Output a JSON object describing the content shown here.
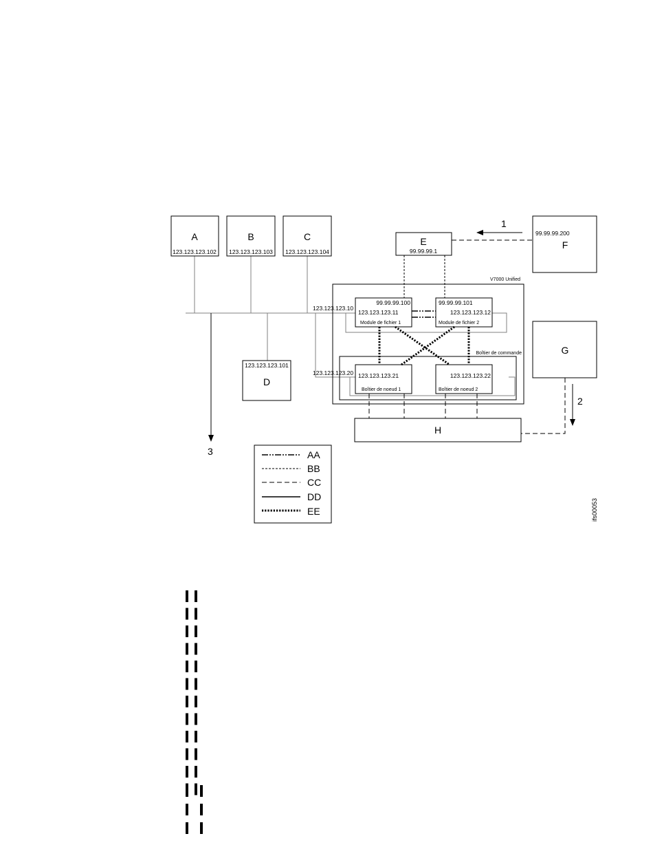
{
  "nodes": {
    "a": {
      "label": "A",
      "ip": "123.123.123.102"
    },
    "b": {
      "label": "B",
      "ip": "123.123.123.103"
    },
    "c": {
      "label": "C",
      "ip": "123.123.123.104"
    },
    "d": {
      "label": "D",
      "ip": "123.123.123.101"
    },
    "e": {
      "label": "E",
      "ip": "99.99.99.1"
    },
    "f": {
      "label": "F",
      "ip": "99.99.99.200"
    },
    "g": {
      "label": "G"
    },
    "h": {
      "label": "H"
    }
  },
  "v7000": {
    "title": "V7000 Unified",
    "bus_ip_top": "123.123.123.10",
    "bus_ip_bottom": "123.123.123.20",
    "control_enclosure_label": "Boîtier de commande",
    "file_module_1": {
      "ip_mgmt": "99.99.99.100",
      "ip_data": "123.123.123.11",
      "label": "Module de fichier 1"
    },
    "file_module_2": {
      "ip_mgmt": "99.99.99.101",
      "ip_data": "123.123.123.12",
      "label": "Module de fichier 2"
    },
    "node_1": {
      "ip": "123.123.123.21",
      "label": "Boîtier de noeud 1"
    },
    "node_2": {
      "ip": "123.123.123.22",
      "label": "Boîtier de noeud 2"
    }
  },
  "callouts": {
    "one": "1",
    "two": "2",
    "three": "3"
  },
  "legend": [
    {
      "style": "aa",
      "label": "AA"
    },
    {
      "style": "bb",
      "label": "BB"
    },
    {
      "style": "cc",
      "label": "CC"
    },
    {
      "style": "dd",
      "label": "DD"
    },
    {
      "style": "ee",
      "label": "EE"
    }
  ],
  "figure_id": "ifs00053"
}
